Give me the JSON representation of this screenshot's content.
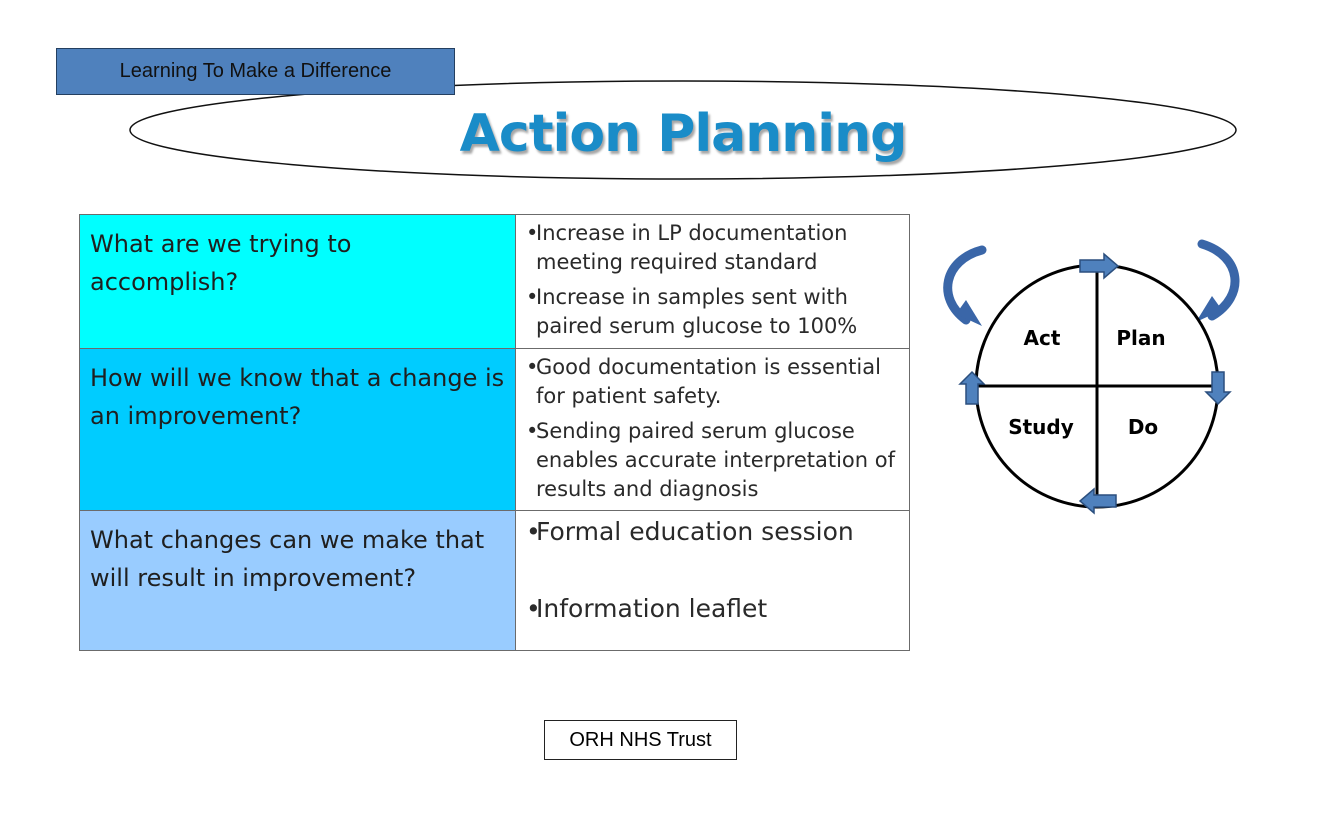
{
  "header": {
    "tag_label": "Learning To Make a Difference",
    "title": "Action Planning"
  },
  "plan_table": {
    "rows": [
      {
        "question": "What are we trying to accomplish?",
        "answers": [
          "Increase in LP documentation meeting required standard",
          "Increase in samples sent with paired serum glucose to 100%"
        ]
      },
      {
        "question": "How will we know that a change is an improvement?",
        "answers": [
          "Good documentation is essential  for patient safety.",
          "Sending paired serum glucose enables accurate interpretation of results and diagnosis"
        ]
      },
      {
        "question": "What changes can we make that will result in improvement?",
        "answers": [
          "Formal education session",
          "Information leaflet"
        ]
      }
    ],
    "colors": {
      "row1": "#00ffff",
      "row2": "#00ccff",
      "row3": "#99ccff"
    }
  },
  "pdsa_cycle": {
    "quadrants": {
      "top_left": "Act",
      "top_right": "Plan",
      "bottom_left": "Study",
      "bottom_right": "Do"
    },
    "arrow_color": "#4f81bd",
    "curved_arrow_color": "#3a66a8"
  },
  "footer": {
    "label": "ORH NHS Trust"
  }
}
